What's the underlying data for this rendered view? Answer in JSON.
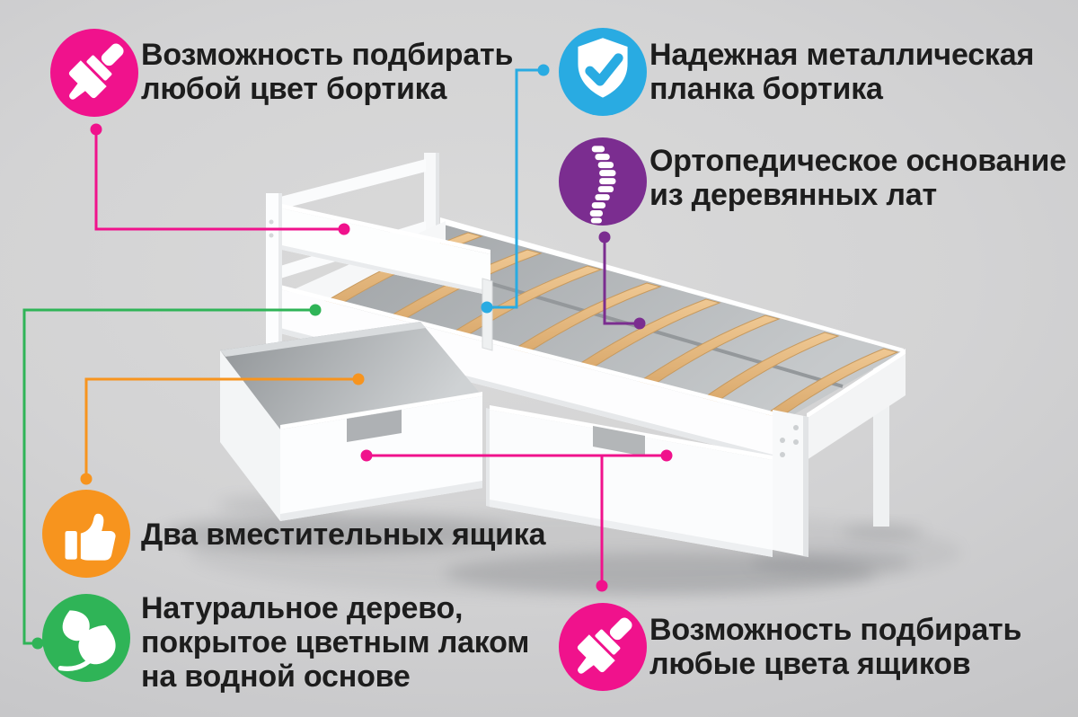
{
  "features": [
    {
      "id": "rail-any-color",
      "icon": "paintbrush-icon",
      "color": "#F0128C",
      "lines": [
        "Возможность подбирать",
        "любой цвет бортика"
      ]
    },
    {
      "id": "metal-rail-plank",
      "icon": "shield-check-icon",
      "color": "#29ABE2",
      "lines": [
        "Надежная металлическая",
        "планка бортика"
      ]
    },
    {
      "id": "orthopedic-base",
      "icon": "spine-icon",
      "color": "#7B2D90",
      "lines": [
        "Ортопедическое основание",
        "из деревянных лат"
      ]
    },
    {
      "id": "two-roomy-drawers",
      "icon": "thumbs-up-icon",
      "color": "#F7941E",
      "lines": [
        "Два вместительных ящика"
      ]
    },
    {
      "id": "natural-wood",
      "icon": "leaves-icon",
      "color": "#2FB457",
      "lines": [
        "Натуральное дерево,",
        "покрытое цветным лаком",
        "на водной основе"
      ]
    },
    {
      "id": "drawers-any-colors",
      "icon": "paintbrush-icon",
      "color": "#F0128C",
      "lines": [
        "Возможность подбирать",
        "любые цвета ящиков"
      ]
    }
  ],
  "illustration": {
    "subject": "white wooden single bed with safety rail, orthopedic wooden slats and two pull-out drawers",
    "palette": {
      "frame_white": "#FCFDFE",
      "frame_shade": "#E9EBED",
      "slat_wood_light": "#EFC893",
      "slat_wood_dark": "#D9A86B",
      "interior_gray": "#A8ACAF",
      "background_gray": "#D3D3D4",
      "text_color": "#1D1D1D"
    }
  }
}
